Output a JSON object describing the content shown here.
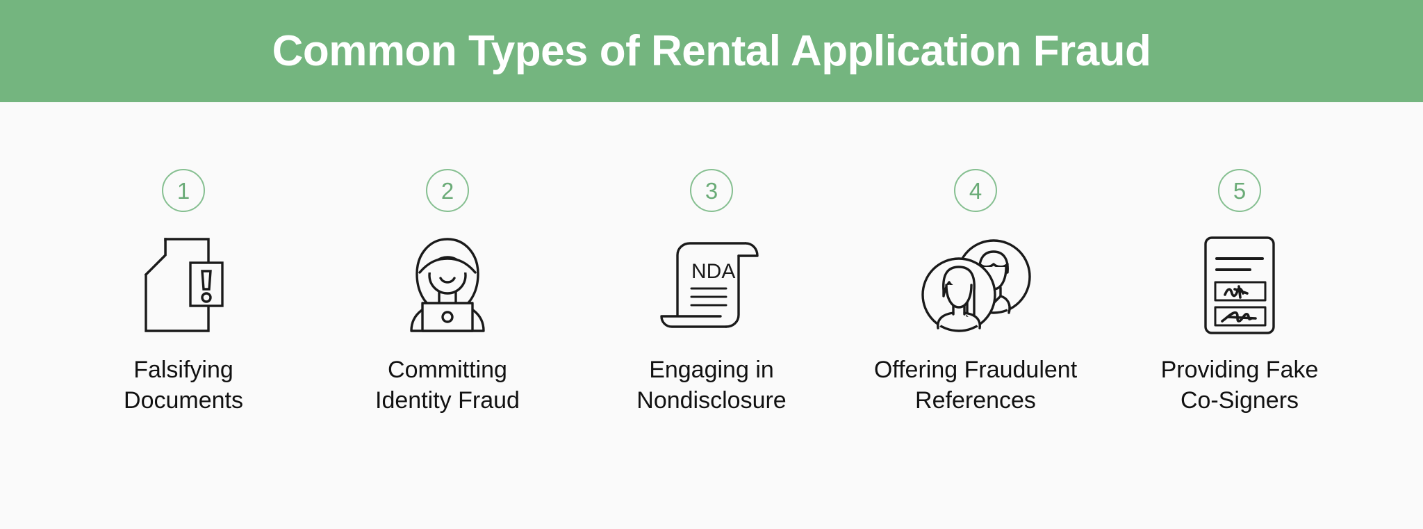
{
  "header": {
    "title": "Common Types of Rental Application Fraud",
    "background_color": "#74b57f",
    "text_color": "#ffffff"
  },
  "page": {
    "background_color": "#fafafa",
    "accent_color": "#74b57f",
    "number_color": "#6aab77",
    "icon_stroke_color": "#1a1a1a",
    "caption_color": "#111111"
  },
  "items": [
    {
      "number": "1",
      "caption": "Falsifying\nDocuments",
      "icon_name": "document-warning-icon"
    },
    {
      "number": "2",
      "caption": "Committing\nIdentity Fraud",
      "icon_name": "hooded-hacker-laptop-icon"
    },
    {
      "number": "3",
      "caption": "Engaging in\nNondisclosure",
      "icon_name": "nda-scroll-icon",
      "icon_label": "NDA"
    },
    {
      "number": "4",
      "caption": "Offering Fraudulent\nReferences",
      "icon_name": "two-people-avatars-icon"
    },
    {
      "number": "5",
      "caption": "Providing Fake\nCo-Signers",
      "icon_name": "signed-document-icon"
    }
  ]
}
